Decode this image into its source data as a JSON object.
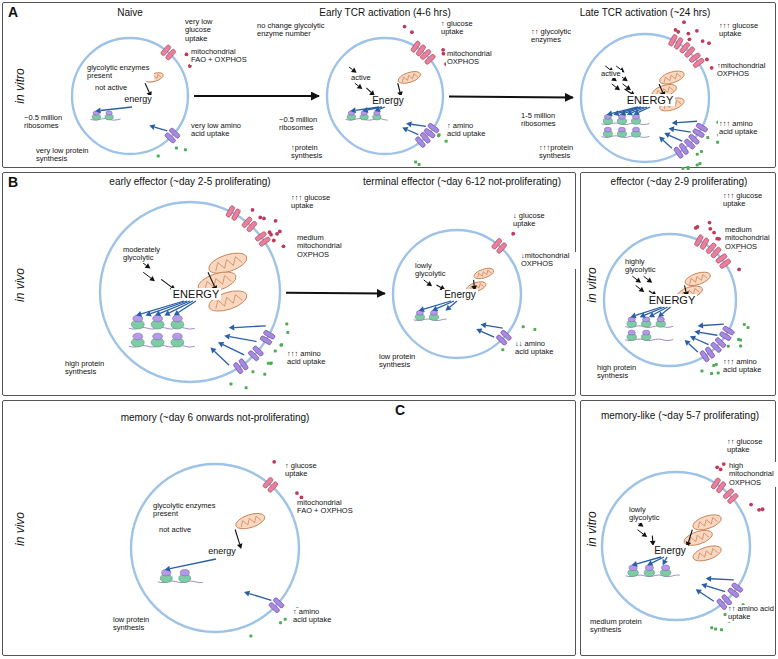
{
  "diagram": {
    "nodes": [
      {
        "text": [
          "A",
          "in vitro"
        ]
      },
      {
        "text": [
          "Naive",
          "very low glucose uptake",
          "glycolytic enzymes present",
          "not active",
          "mitochondrial FAO + OXPHOS",
          "energy",
          "~0.5 million ribosomes",
          "very low amino acid uptake",
          "very low protein synthesis"
        ],
        "in": 0
      },
      {
        "text": [
          "Early TCR activation (4-6 hrs)",
          "no change glycolytic enzyme number",
          "↑ glucose uptake",
          "active",
          "mitochondrial OXPHOS",
          "Energy",
          "~0.5 million ribosomes",
          "↑ amino acid uptake",
          "↑protein synthesis"
        ],
        "in": 0
      },
      {
        "text": [
          "Late TCR activation (~24 hrs)",
          "↑↑ glycolytic enzymes",
          "↑↑↑ glucose uptake",
          "active",
          "↑mitochondrial OXPHOS",
          "ENERGY",
          "1-5 million ribosomes",
          "↑↑↑ amino acid uptake",
          "↑↑↑protein synthesis"
        ],
        "in": 0
      },
      {
        "text": [
          "B",
          "in vivo"
        ]
      },
      {
        "text": [
          "early effector (~day 2-5 proliferating)",
          "moderately glycolytic",
          "↑↑↑ glucose uptake",
          "medium mitochondrial OXPHOS",
          "ENERGY",
          "high protein synthesis",
          "↑↑↑ amino acid uptake"
        ],
        "in": 4
      },
      {
        "text": [
          "terminal effector (~day 6-12 not-proliferating)",
          "lowly glycolytic",
          "↓ glucose uptake",
          "↓mitochondrial OXPHOS",
          "Energy",
          "low protein synthesis",
          "↓↓ amino acid uptake"
        ],
        "in": 4
      },
      {
        "text": [
          "in vitro"
        ]
      },
      {
        "text": [
          "effector (~day 2-9 proliferating)",
          "highly glycolytic",
          "↑↑↑ glucose uptake",
          "medium mitochondrial OXPHOS",
          "ENERGY",
          "high protein synthesis",
          "↑↑↑ amino acid uptake"
        ],
        "in": 7
      },
      {
        "text": [
          "C",
          "in vivo"
        ]
      },
      {
        "text": [
          "memory (~day 6 onwards not-proliferating)",
          "↑ glucose uptake",
          "glycolytic enzymes present",
          "not active",
          "mitochondrial FAO + OXPHOS",
          "energy",
          "low protein synthesis",
          "↑ amino acid uptake"
        ],
        "in": 9
      },
      {
        "text": [
          "in vitro"
        ]
      },
      {
        "text": [
          "memory-like (~day 5-7 proliferating)",
          "lowly glycolytic",
          "↑↑ glucose uptake",
          "high mitochondrial OXPHOS",
          "Energy",
          "medium protein synthesis",
          "↑↑ amino acid uptake"
        ],
        "in": 11
      }
    ],
    "edges": [
      {
        "from": 1,
        "to": 2,
        "arrow": "to"
      },
      {
        "from": 2,
        "to": 3,
        "arrow": "to"
      },
      {
        "from": 5,
        "to": 6,
        "arrow": "to"
      }
    ]
  }
}
